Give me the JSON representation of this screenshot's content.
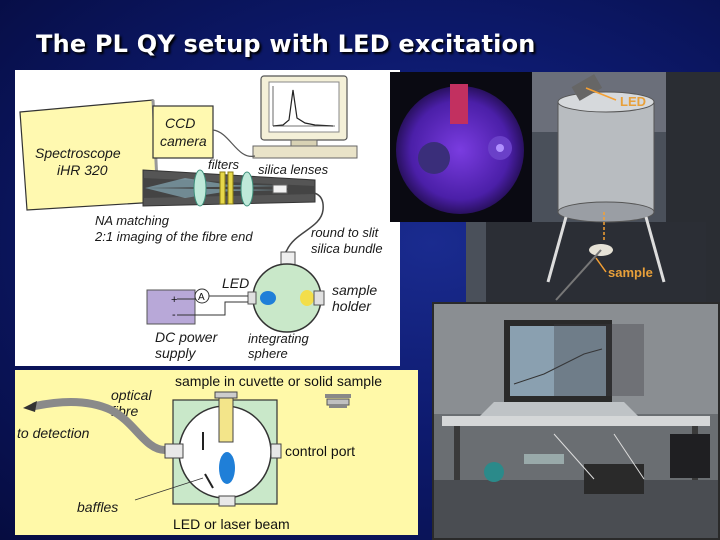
{
  "title": "The PL QY setup with LED excitation",
  "top_diagram": {
    "spectroscope_line1": "Spectroscope",
    "spectroscope_line2": "iHR 320",
    "ccd_line1": "CCD",
    "ccd_line2": "camera",
    "filters": "filters",
    "silica_lenses": "silica lenses",
    "na_line1": "NA matching",
    "na_line2": "2:1 imaging of the fibre end",
    "round_line1": "round to slit",
    "round_line2": "silica bundle",
    "led": "LED",
    "sample_line1": "sample",
    "sample_line2": "holder",
    "ammeter": "A",
    "dc_line1": "DC power",
    "dc_line2": "supply",
    "sphere_line1": "integrating",
    "sphere_line2": "sphere",
    "plus": "+",
    "minus": "-"
  },
  "bottom_diagram": {
    "sample_cuvette": "sample in cuvette or solid sample",
    "optical_line1": "optical",
    "optical_line2": "fibre",
    "to_detection": "to detection",
    "control_port": "control port",
    "baffles": "baffles",
    "led_laser": "LED or laser beam"
  },
  "photos": {
    "apparatus_led": "LED",
    "apparatus_sample": "sample"
  },
  "colors": {
    "background": "#0d1a6e",
    "title": "#ffffff",
    "top_panel": "#ffffff",
    "bottom_panel": "#fff9a8",
    "spectroscope_fill": "#fff9b0",
    "sphere_fill": "#c9e8c9",
    "photo_label": "#e8a03a"
  }
}
